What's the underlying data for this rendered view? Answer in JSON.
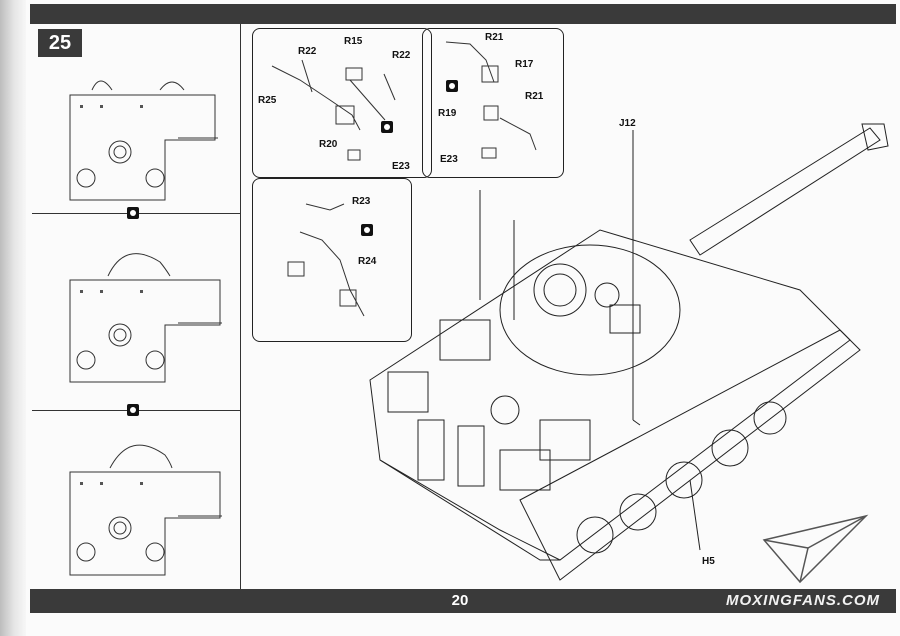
{
  "step": {
    "number": "25"
  },
  "footer": {
    "page_number": "20",
    "site": "MOXINGFANS.COM"
  },
  "glue_icon": "cement-glue-icon",
  "callout_a": {
    "labels": [
      "R22",
      "R15",
      "R22",
      "R25",
      "R20",
      "E23"
    ]
  },
  "callout_b": {
    "labels": [
      "R21",
      "R17",
      "R21",
      "R19",
      "E23"
    ]
  },
  "callout_c": {
    "labels": [
      "R23",
      "R24"
    ]
  },
  "main": {
    "labels": [
      "J12",
      "H5"
    ]
  }
}
